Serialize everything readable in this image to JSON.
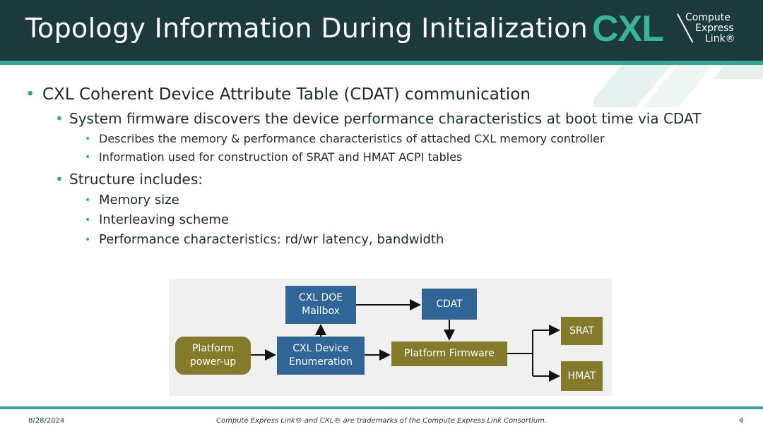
{
  "slide": {
    "title": "Topology Information During Initialization"
  },
  "logo": {
    "mark": "CXL",
    "line1": "Compute",
    "line2": "Express",
    "line3": "Link®"
  },
  "bullets": {
    "b1": "CXL Coherent Device Attribute Table (CDAT) communication",
    "b1_1": "System firmware discovers the device performance characteristics at boot time via CDAT",
    "b1_1_1": "Describes the memory & performance characteristics of attached CXL memory controller",
    "b1_1_2": "Information used for construction of SRAT and HMAT ACPI tables",
    "b1_2": "Structure includes:",
    "b1_2_1": "Memory size",
    "b1_2_2": "Interleaving scheme",
    "b1_2_3": "Performance characteristics: rd/wr latency, bandwidth"
  },
  "diagram": {
    "platform_power_up": "Platform power-up",
    "cxl_device_enumeration": "CXL Device Enumeration",
    "cxl_doe_mailbox": "CXL DOE Mailbox",
    "cdat": "CDAT",
    "platform_firmware": "Platform Firmware",
    "srat": "SRAT",
    "hmat": "HMAT"
  },
  "footer": {
    "date": "8/28/2024",
    "trademark": "Compute Express Link® and CXL® are trademarks of the Compute Express Link Consortium.",
    "page": "4"
  },
  "colors": {
    "header": "#1c3a3b",
    "accent": "#35a596",
    "box_blue": "#2f6597",
    "box_olive": "#837a2a"
  }
}
